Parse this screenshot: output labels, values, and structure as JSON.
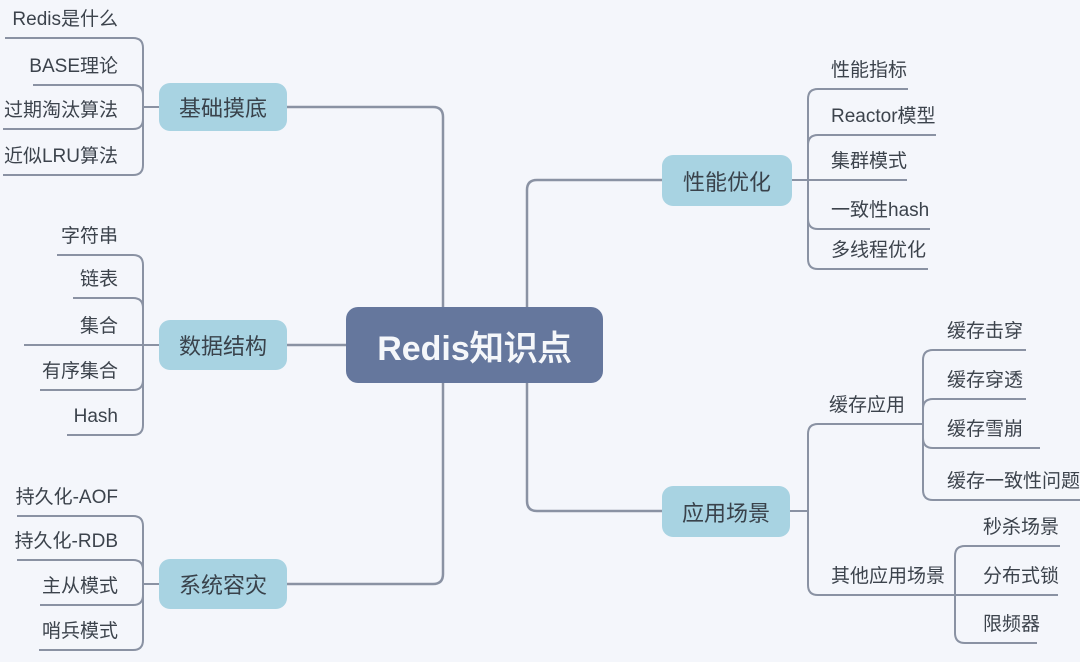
{
  "colors": {
    "background": "#f4f6fb",
    "center_node_bg": "#65779d",
    "center_node_text": "#f5f7fa",
    "branch_node_bg": "#a8d3e2",
    "branch_node_text": "#39424b",
    "leaf_text": "#3c434c",
    "connector": "#8a92a3"
  },
  "mindmap": {
    "root": {
      "label": "Redis知识点"
    },
    "branches": [
      {
        "label": "基础摸底",
        "children": [
          {
            "label": "Redis是什么"
          },
          {
            "label": "BASE理论"
          },
          {
            "label": "过期淘汰算法"
          },
          {
            "label": "近似LRU算法"
          }
        ]
      },
      {
        "label": "数据结构",
        "children": [
          {
            "label": "字符串"
          },
          {
            "label": "链表"
          },
          {
            "label": "集合"
          },
          {
            "label": "有序集合"
          },
          {
            "label": "Hash"
          }
        ]
      },
      {
        "label": "系统容灾",
        "children": [
          {
            "label": "持久化-AOF"
          },
          {
            "label": "持久化-RDB"
          },
          {
            "label": "主从模式"
          },
          {
            "label": "哨兵模式"
          }
        ]
      },
      {
        "label": "性能优化",
        "children": [
          {
            "label": "性能指标"
          },
          {
            "label": "Reactor模型"
          },
          {
            "label": "集群模式"
          },
          {
            "label": "一致性hash"
          },
          {
            "label": "多线程优化"
          }
        ]
      },
      {
        "label": "应用场景",
        "children": [
          {
            "label": "缓存应用",
            "children": [
              {
                "label": "缓存击穿"
              },
              {
                "label": "缓存穿透"
              },
              {
                "label": "缓存雪崩"
              },
              {
                "label": "缓存一致性问题"
              }
            ]
          },
          {
            "label": "其他应用场景",
            "children": [
              {
                "label": "秒杀场景"
              },
              {
                "label": "分布式锁"
              },
              {
                "label": "限频器"
              }
            ]
          }
        ]
      }
    ]
  }
}
